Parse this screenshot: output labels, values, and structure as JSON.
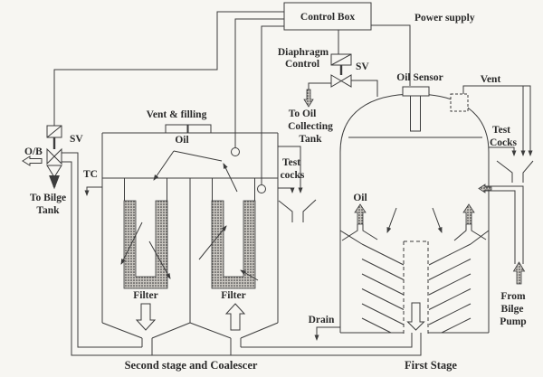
{
  "diagram": {
    "labels": {
      "control_box": "Control Box",
      "power_supply": "Power supply",
      "diaphragm1": "Diaphragm",
      "diaphragm2": "Control",
      "sv_right": "SV",
      "oil_sensor": "Oil Sensor",
      "vent": "Vent",
      "to_oil1": "To Oil",
      "to_oil2": "Collecting",
      "to_oil3": "Tank",
      "test_cocks_right1": "Test",
      "test_cocks_right2": "Cocks",
      "test_cocks_mid1": "Test",
      "test_cocks_mid2": "cocks",
      "vent_filling": "Vent & filling",
      "oil_second_stage": "Oil",
      "sv_left": "SV",
      "ob": "O/B",
      "tc": "TC",
      "to_bilge1": "To Bilge",
      "to_bilge2": "Tank",
      "oil_first_stage": "Oil",
      "filter_left": "Filter",
      "filter_right": "Filter",
      "drain": "Drain",
      "from_bilge1": "From",
      "from_bilge2": "Bilge",
      "from_bilge3": "Pump",
      "caption_second": "Second stage and Coalescer",
      "caption_first": "First Stage"
    },
    "colors": {
      "line": "#3c3c3c",
      "background": "#f7f6f2",
      "text": "#2a2a2a",
      "filter_texture": "#c9c6c0"
    }
  }
}
